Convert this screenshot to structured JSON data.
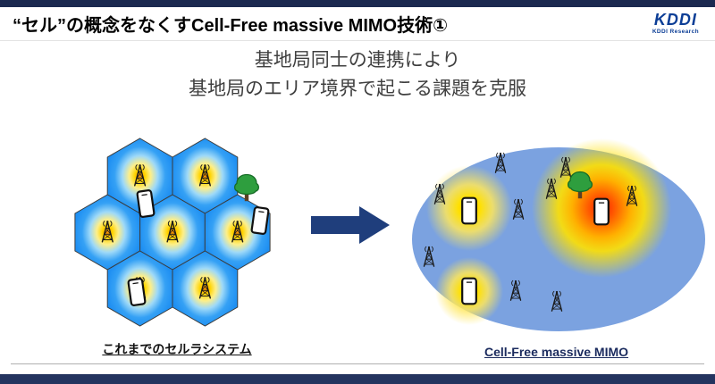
{
  "header": {
    "title": "“セル”の概念をなくすCell-Free massive MIMO技術①",
    "logo": {
      "brand": "KDDI",
      "sub": "KDDI Research"
    }
  },
  "heading": {
    "line1": "基地局同士の連携により",
    "line2": "基地局のエリア境界で起こる課題を克服"
  },
  "diagrams": {
    "left": {
      "label": "これまでのセルラシステム"
    },
    "right": {
      "label": "Cell-Free massive MIMO"
    }
  },
  "icons": {
    "antenna-icon": "base station tower",
    "phone-icon": "mobile device",
    "tree-icon": "tree obstacle",
    "transition-arrow-icon": "right block arrow"
  },
  "colors": {
    "accent_bar": "#1b2950",
    "bottom_bar": "#24345f",
    "arrow": "#1f3e7c",
    "cell_blue": "#1e8ff2",
    "cell_hotspot_orange": "#ff8a00",
    "coverage_blue": "#7ba2e0",
    "hotspot_yellow": "#ffe100",
    "hotspot_red": "#ff1a00",
    "kddi_blue": "#0c3e96"
  }
}
